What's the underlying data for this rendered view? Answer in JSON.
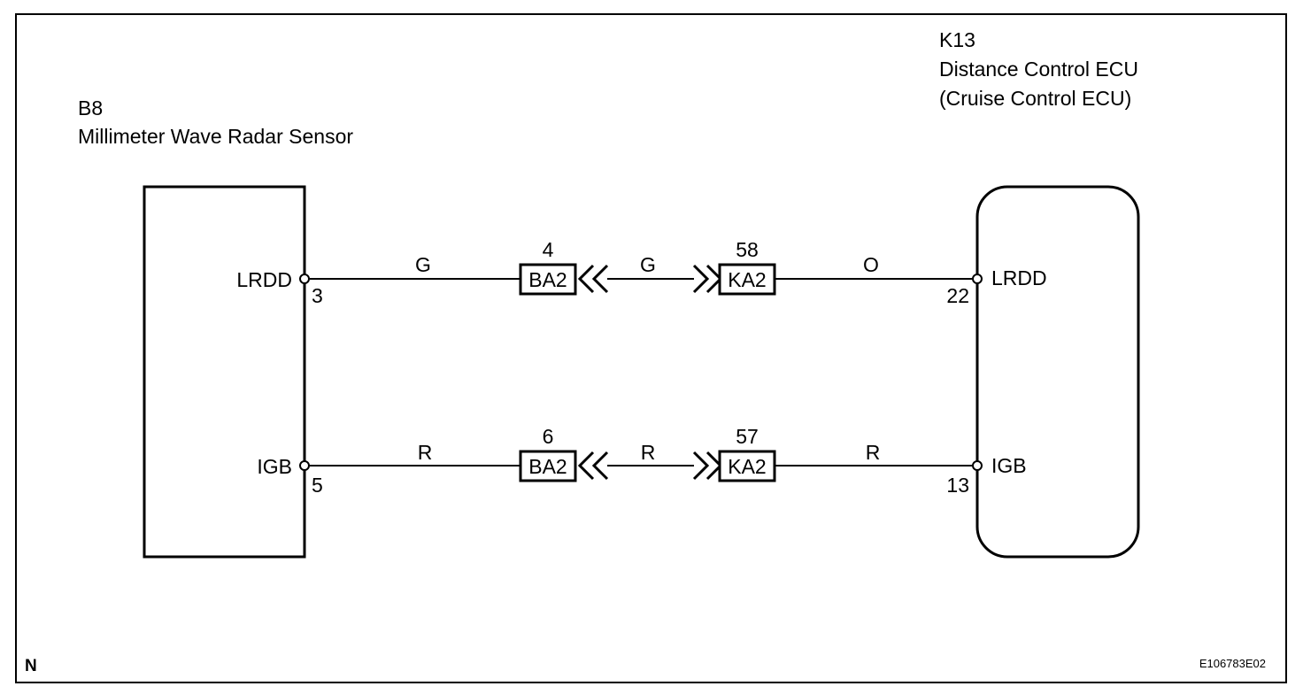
{
  "ecu_left": {
    "code": "B8",
    "name": "Millimeter Wave Radar Sensor",
    "pins": [
      {
        "name": "LRDD",
        "number": "3"
      },
      {
        "name": "IGB",
        "number": "5"
      }
    ]
  },
  "ecu_right": {
    "code": "K13",
    "name": "Distance Control ECU",
    "alt_name": "(Cruise Control ECU)",
    "pins": [
      {
        "name": "LRDD",
        "number": "22"
      },
      {
        "name": "IGB",
        "number": "13"
      }
    ]
  },
  "circuits": [
    {
      "wire_left": "G",
      "wire_mid": "G",
      "wire_right": "O",
      "connector_left": {
        "name": "BA2",
        "pin": "4"
      },
      "connector_right": {
        "name": "KA2",
        "pin": "58"
      }
    },
    {
      "wire_left": "R",
      "wire_mid": "R",
      "wire_right": "R",
      "connector_left": {
        "name": "BA2",
        "pin": "6"
      },
      "connector_right": {
        "name": "KA2",
        "pin": "57"
      }
    }
  ],
  "corner_mark": "N",
  "figure_id": "E106783E02"
}
